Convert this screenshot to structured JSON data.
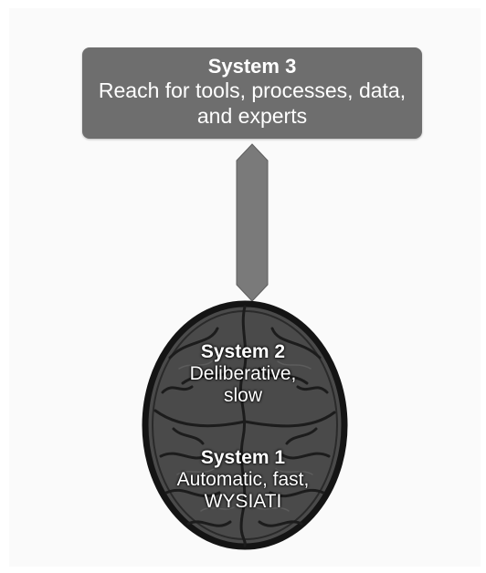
{
  "system3": {
    "title": "System 3",
    "description": "Reach for tools, processes, data, and experts"
  },
  "system2": {
    "title": "System 2",
    "description_lines": [
      "Deliberative,",
      "slow"
    ]
  },
  "system1": {
    "title": "System 1",
    "description_lines": [
      "Automatic, fast,",
      "WYSIATI"
    ]
  },
  "colors": {
    "box": "#6e6e6e",
    "arrow": "#7a7a7a",
    "brain": "#4a4a4a",
    "brain_outline": "#1a1a1a"
  },
  "icons": {
    "connector": "double-headed-arrow-icon",
    "brain": "brain-icon"
  }
}
